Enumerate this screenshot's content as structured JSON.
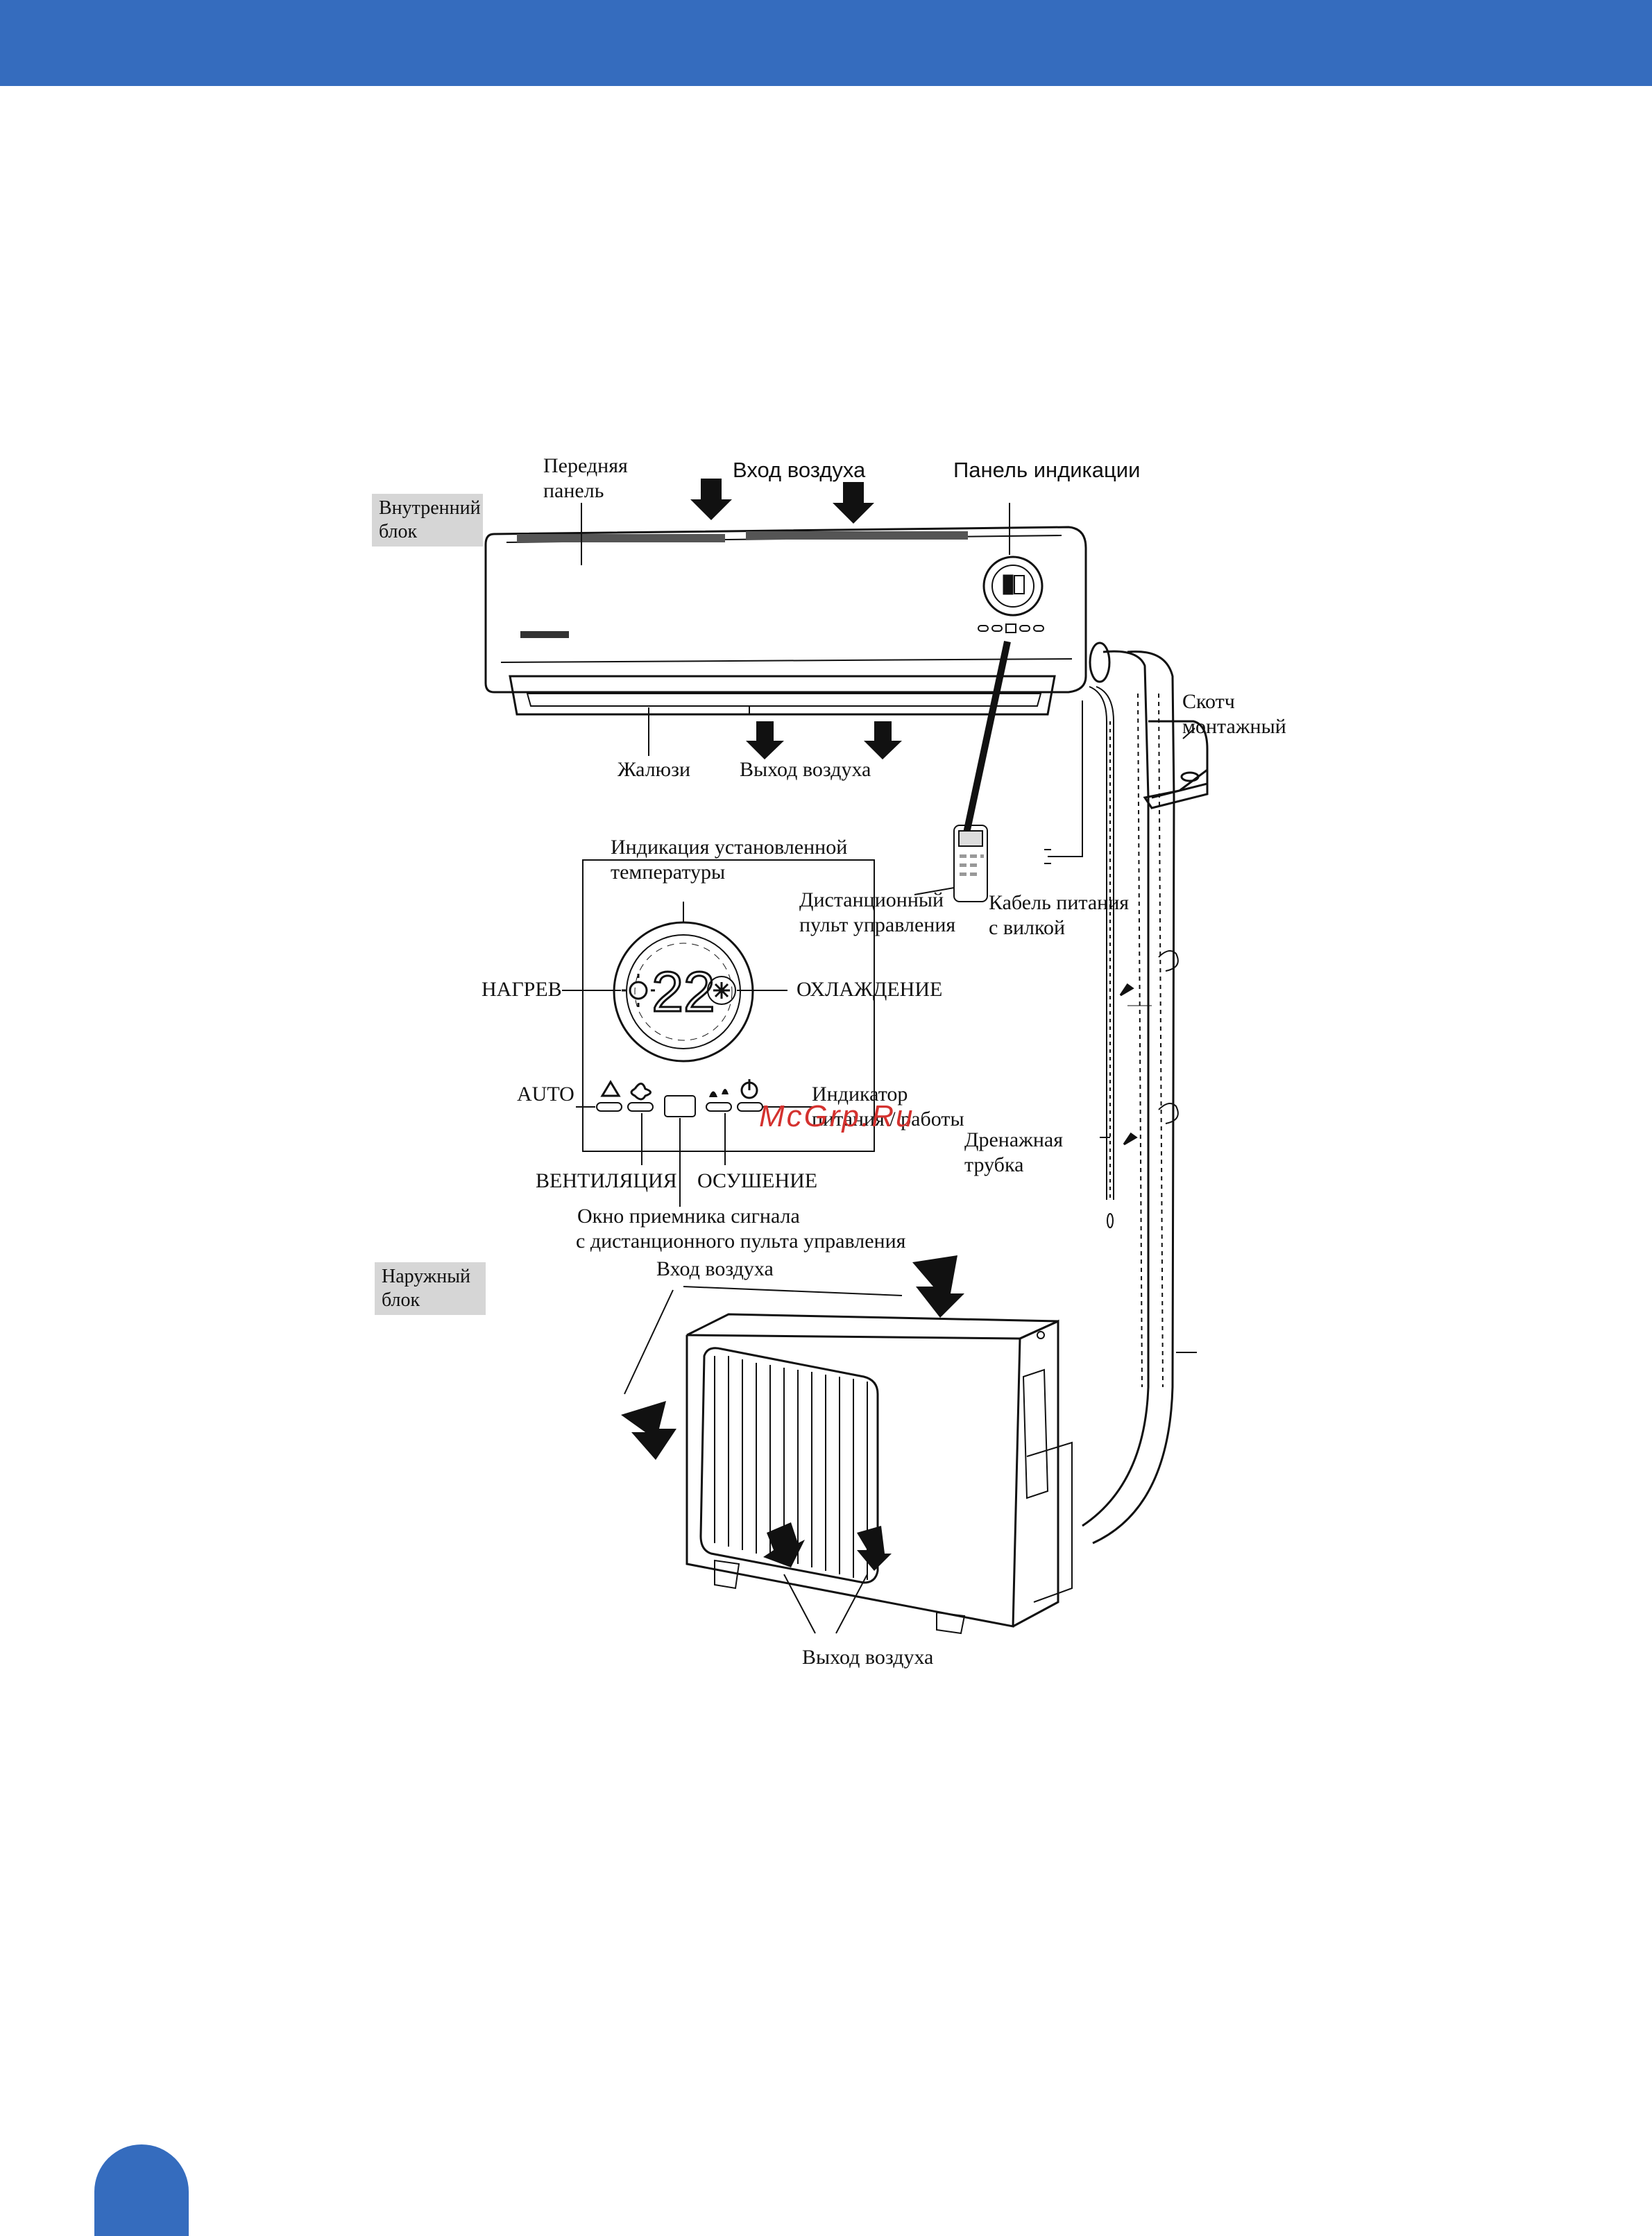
{
  "labels": {
    "indoor_unit": "Внутренний блок",
    "front_panel_1": "Передняя",
    "front_panel_2": "панель",
    "air_inlet_top": "Вход воздуха",
    "display_panel": "Панель индикации",
    "louvers": "Жалюзи",
    "air_outlet_top": "Выход воздуха",
    "tape_1": "Скотч",
    "tape_2": "монтажный",
    "set_temp_1": "Индикация установленной",
    "set_temp_2": "температуры",
    "remote_1": "Дистанционный",
    "remote_2": "пульт управления",
    "power_cable_1": "Кабель питания",
    "power_cable_2": "с вилкой",
    "heat": "НАГРЕВ",
    "cool": "ОХЛАЖДЕНИЕ",
    "auto": "AUTO",
    "indicator_1": "Индикатор",
    "indicator_2": "питания / работы",
    "drain_1": "Дренажная",
    "drain_2": "трубка",
    "fan": "ВЕНТИЛЯЦИЯ",
    "dry": "ОСУШЕНИЕ",
    "receiver_1": "Окно приемника сигнала",
    "receiver_2": "с дистанционного пульта управления",
    "outdoor_unit": "Наружный блок",
    "air_inlet_bottom": "Вход воздуха",
    "air_outlet_bottom": "Выход воздуха",
    "display_digits": "22"
  },
  "watermark": "McGrp.Ru",
  "colors": {
    "brand_blue": "#356cbe",
    "label_box": "#d6d6d6",
    "watermark": "#d4322f"
  }
}
